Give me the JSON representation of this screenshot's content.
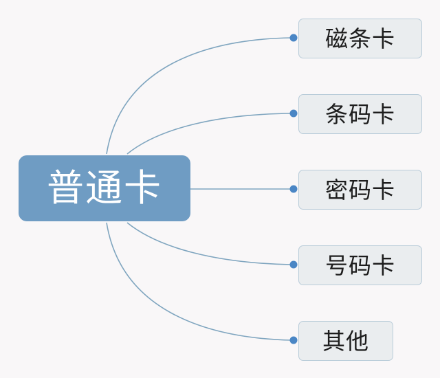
{
  "diagram": {
    "type": "mind-map",
    "background_color": "#f9f7f8",
    "root": {
      "label": "普通卡",
      "fill_color": "#6f9cc3",
      "text_color": "#ffffff"
    },
    "branch_style": {
      "line_color": "#7fa5bf",
      "connector_dot_color": "#4a86c5",
      "node_fill_color": "#eaedef",
      "node_border_color": "#b9ccd9",
      "node_text_color": "#1d1d1d"
    },
    "branches": [
      {
        "label": "磁条卡"
      },
      {
        "label": "条码卡"
      },
      {
        "label": "密码卡"
      },
      {
        "label": "号码卡"
      },
      {
        "label": "其他"
      }
    ]
  }
}
